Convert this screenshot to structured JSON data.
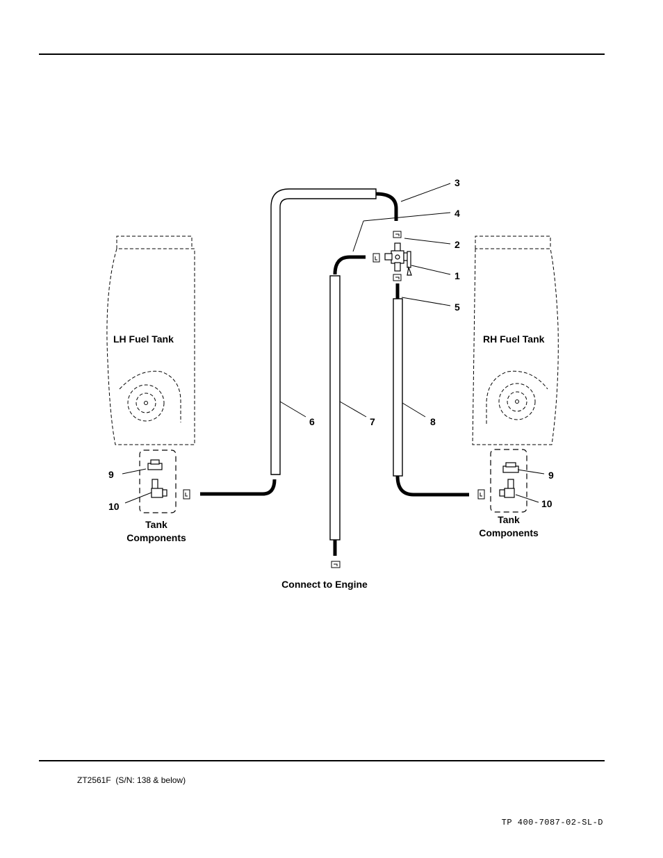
{
  "labels": {
    "lh_tank": "LH Fuel Tank",
    "rh_tank": "RH Fuel Tank",
    "tank_components_line1": "Tank",
    "tank_components_line2": "Components",
    "connect_engine": "Connect to Engine"
  },
  "callouts": {
    "c1": "1",
    "c2": "2",
    "c3": "3",
    "c4": "4",
    "c5": "5",
    "c6": "6",
    "c7": "7",
    "c8": "8",
    "c9_left": "9",
    "c10_left": "10",
    "c9_right": "9",
    "c10_right": "10"
  },
  "footer": {
    "figure_id": "ZT2561F",
    "serial_note": "(S/N: 138 & below)",
    "doc_number": "TP 400-7087-02-SL-D"
  }
}
